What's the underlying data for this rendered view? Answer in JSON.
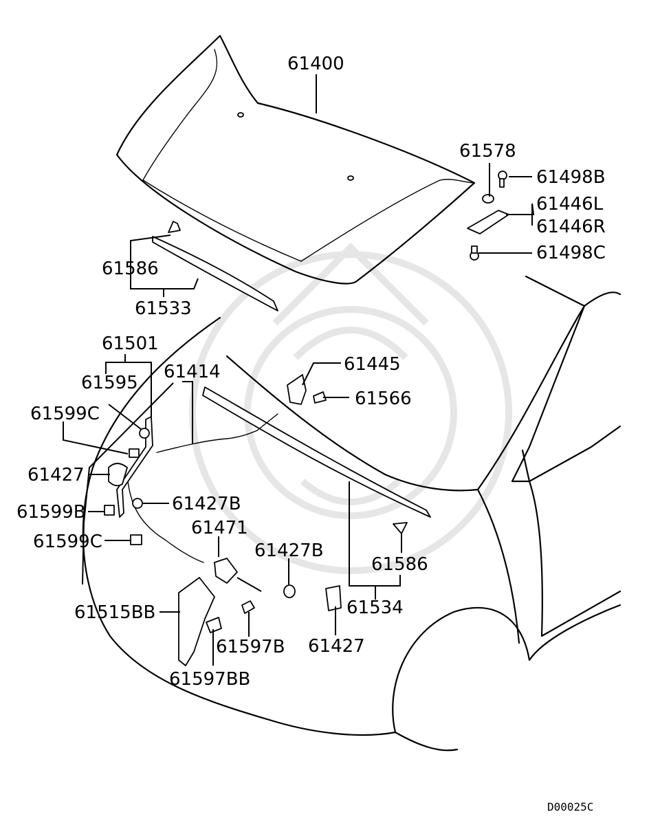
{
  "parts": [
    {
      "key": "p61400",
      "label": "61400"
    },
    {
      "key": "p61578",
      "label": "61578"
    },
    {
      "key": "p61498B",
      "label": "61498B"
    },
    {
      "key": "p61446L",
      "label": "61446L"
    },
    {
      "key": "p61446R",
      "label": "61446R"
    },
    {
      "key": "p61498C",
      "label": "61498C"
    },
    {
      "key": "p61586a",
      "label": "61586"
    },
    {
      "key": "p61533",
      "label": "61533"
    },
    {
      "key": "p61501",
      "label": "61501"
    },
    {
      "key": "p61595",
      "label": "61595"
    },
    {
      "key": "p61414",
      "label": "61414"
    },
    {
      "key": "p61445",
      "label": "61445"
    },
    {
      "key": "p61566",
      "label": "61566"
    },
    {
      "key": "p61599Ca",
      "label": "61599C"
    },
    {
      "key": "p61427a",
      "label": "61427"
    },
    {
      "key": "p61427Ba",
      "label": "61427B"
    },
    {
      "key": "p61599B",
      "label": "61599B"
    },
    {
      "key": "p61471",
      "label": "61471"
    },
    {
      "key": "p61599Cb",
      "label": "61599C"
    },
    {
      "key": "p61427Bb",
      "label": "61427B"
    },
    {
      "key": "p61586b",
      "label": "61586"
    },
    {
      "key": "p61534",
      "label": "61534"
    },
    {
      "key": "p61515BB",
      "label": "61515BB"
    },
    {
      "key": "p61597B",
      "label": "61597B"
    },
    {
      "key": "p61427b",
      "label": "61427"
    },
    {
      "key": "p61597BB",
      "label": "61597BB"
    }
  ],
  "diagram_ref": "D00025C"
}
